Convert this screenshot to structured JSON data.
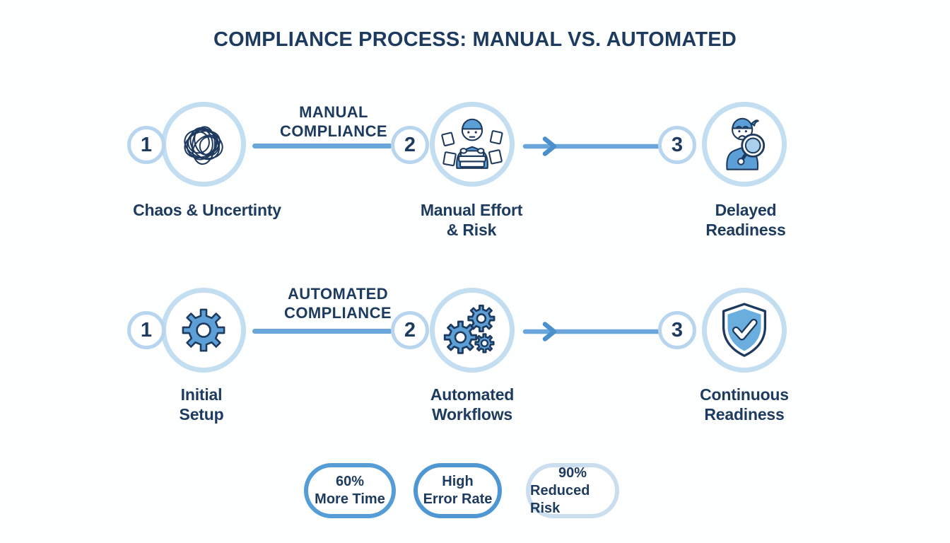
{
  "title": "COMPLIANCE PROCESS: MANUAL VS. AUTOMATED",
  "rows": [
    {
      "connector_label_lines": [
        "MANUAL",
        "COMPLIANCE"
      ],
      "steps": [
        {
          "number": "1",
          "icon": "chaos-scribble-icon",
          "label_lines": [
            "Chaos & Uncertinty"
          ]
        },
        {
          "number": "2",
          "icon": "overwhelmed-person-papers-icon",
          "label_lines": [
            "Manual Effort",
            "& Risk"
          ]
        },
        {
          "number": "3",
          "icon": "worried-person-magnifier-icon",
          "label_lines": [
            "Delayed",
            "Readiness"
          ]
        }
      ]
    },
    {
      "connector_label_lines": [
        "AUTOMATED",
        "COMPLIANCE"
      ],
      "steps": [
        {
          "number": "1",
          "icon": "gear-icon",
          "label_lines": [
            "Initial",
            "Setup"
          ]
        },
        {
          "number": "2",
          "icon": "gears-icon",
          "label_lines": [
            "Automated",
            "Workflows"
          ]
        },
        {
          "number": "3",
          "icon": "shield-check-icon",
          "label_lines": [
            "Continuous",
            "Readiness"
          ]
        }
      ]
    }
  ],
  "badges": [
    {
      "value": "60%",
      "label": "More Time",
      "border_color": "#559dd6"
    },
    {
      "value": "High",
      "label": "Error Rate",
      "border_color": "#4f97d3"
    },
    {
      "value": "90%",
      "label": "Reduced Risk",
      "border_color": "#cadef0"
    }
  ],
  "colors": {
    "navy_text": "#1d3a5f",
    "circle_ring": "#c3ddf1",
    "number_ring": "#b7d5ee",
    "connector_line": "#6aa6d9",
    "arrow_accent": "#4a90cc",
    "icon_blue": "#5b9fd6"
  }
}
